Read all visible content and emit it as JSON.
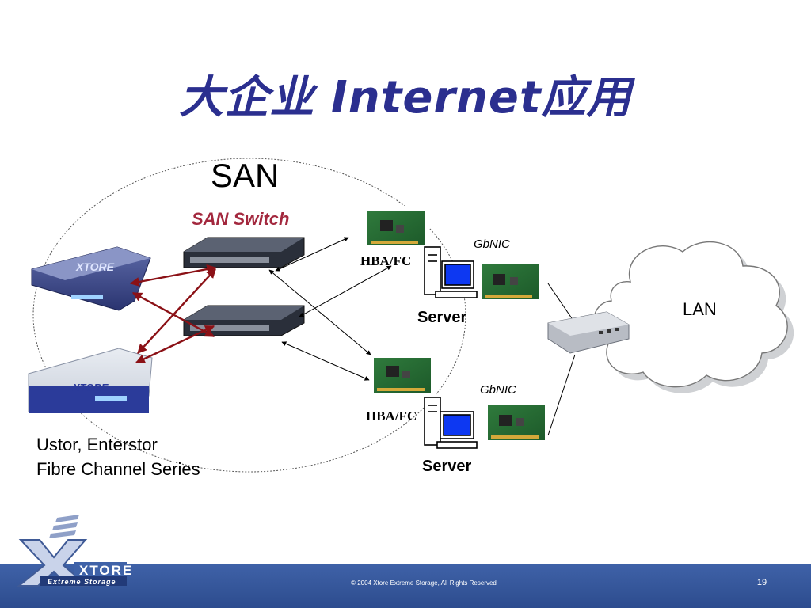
{
  "slide": {
    "title": "大企业 Internet应用",
    "page_number": "19",
    "copyright": "© 2004 Xtore Extreme Storage, All Rights Reserved"
  },
  "diagram": {
    "san_label": "SAN",
    "san_switch_label": "SAN Switch",
    "lan_label": "LAN",
    "hba_labels": [
      "HBA/FC",
      "HBA/FC"
    ],
    "gbnic_labels": [
      "GbNIC",
      "GbNIC"
    ],
    "server_labels": [
      "Server",
      "Server"
    ],
    "storage_caption": [
      "Ustor, Enterstor",
      "Fibre Channel Series"
    ]
  },
  "brand": {
    "logo_text": "XTORE",
    "logo_tagline": "Extreme Storage"
  },
  "colors": {
    "title": "#2b2f8f",
    "san_switch_label": "#a3283e",
    "fc_link": "#8b1116",
    "footer": "#3f62a8"
  },
  "icons": [
    "storage-array-icon",
    "san-switch-icon",
    "hba-card-icon",
    "gbnic-card-icon",
    "server-icon",
    "lan-hub-icon",
    "lan-cloud-icon",
    "xtore-logo-icon"
  ]
}
